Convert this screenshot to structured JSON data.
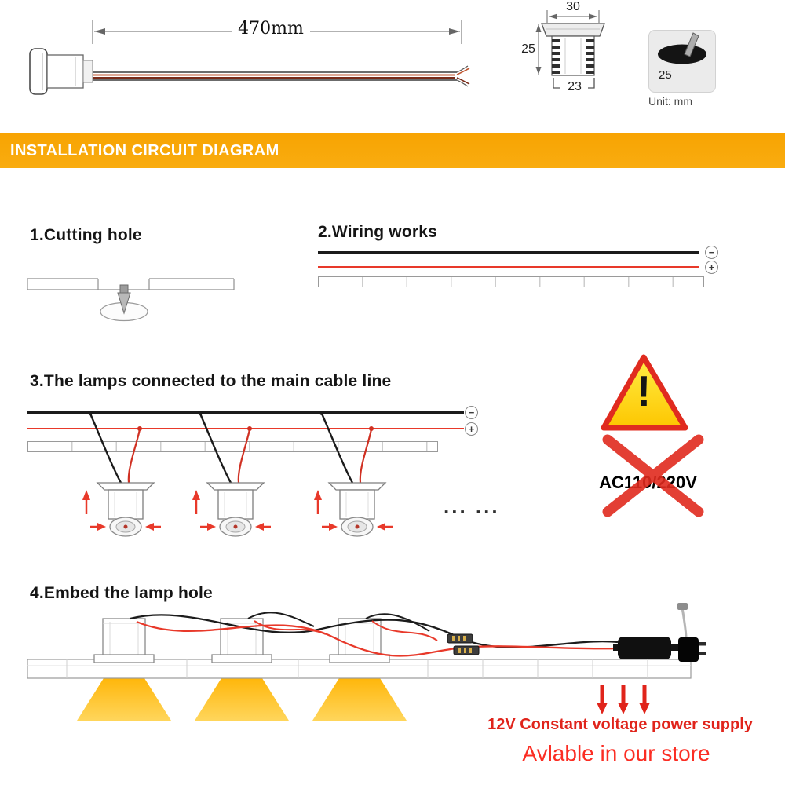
{
  "top_section": {
    "cable_length_label": "470mm",
    "cross_section": {
      "width_top": "30",
      "height_left": "25",
      "width_bottom": "23"
    },
    "hole": {
      "diameter": "25",
      "unit_label": "Unit: mm"
    }
  },
  "banner": {
    "title": "INSTALLATION CIRCUIT DIAGRAM"
  },
  "steps": [
    {
      "label": "1.Cutting hole"
    },
    {
      "label": "2.Wiring works"
    },
    {
      "label": "3.The lamps connected to the main cable line"
    },
    {
      "label": "4.Embed the lamp hole"
    }
  ],
  "wiring": {
    "negative_symbol": "−",
    "positive_symbol": "+"
  },
  "step3": {
    "ellipsis_dots": "... ..."
  },
  "warning": {
    "exclamation": "!",
    "voltage_text": "AC110/220V"
  },
  "footer": {
    "power_supply_text": "12V Constant voltage power supply",
    "store_text": "Avlable in our store"
  },
  "colors": {
    "banner_orange": "#f8a402",
    "wire_red": "#e8392a",
    "warning_red": "#e02b1f",
    "warning_yellow": "#fdc600",
    "store_red": "#fb2d23",
    "beam_yellow": "#ffbe00"
  }
}
